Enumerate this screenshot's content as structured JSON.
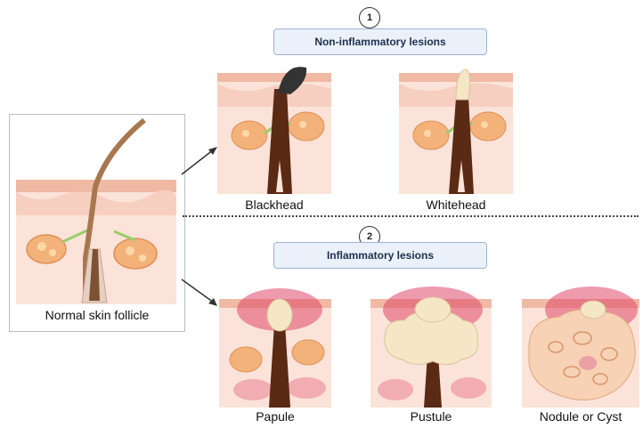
{
  "sections": [
    {
      "number": "1",
      "title": "Non-inflammatory lesions"
    },
    {
      "number": "2",
      "title": "Inflammatory lesions"
    }
  ],
  "normal": {
    "label": "Normal skin follicle"
  },
  "lesions": {
    "blackhead": "Blackhead",
    "whitehead": "Whitehead",
    "papule": "Papule",
    "pustule": "Pustule",
    "nodule": "Nodule or Cyst"
  },
  "colors": {
    "epidermis": "#f4c7b6",
    "dermis": "#f9dcd2",
    "gland": "#f3b27a",
    "hair": "#5a2a14",
    "inflammation": "#e0486a",
    "pus": "#f5e7c6"
  }
}
